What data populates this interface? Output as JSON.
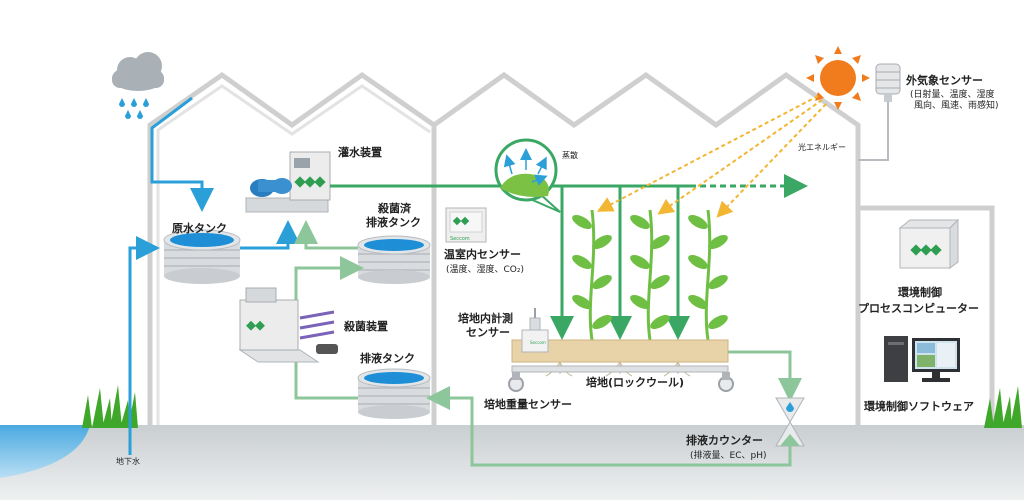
{
  "labels": {
    "sprinkler": "灌水装置",
    "raw_tank": "原水タンク",
    "sterilized_tank_1": "殺菌済",
    "sterilized_tank_2": "排液タンク",
    "sterilizer": "殺菌装置",
    "drain_tank": "排液タンク",
    "evaporation": "蒸散",
    "light_energy": "光エネルギー",
    "outdoor_sensor": "外気象センサー",
    "outdoor_sensor_sub1": "(日射量、温度、湿度",
    "outdoor_sensor_sub2": "風向、風速、雨感知)",
    "greenhouse_sensor": "温室内センサー",
    "greenhouse_sensor_sub": "(温度、湿度、CO₂)",
    "medium_sensor_1": "培地内計測",
    "medium_sensor_2": "センサー",
    "medium": "培地(ロックウール)",
    "medium_weight_sensor": "培地重量センサー",
    "drain_counter": "排液カウンター",
    "drain_counter_sub": "(排液量、EC、pH)",
    "control_computer_1": "環境制御",
    "control_computer_2": "プロセスコンピューター",
    "control_software": "環境制御ソフトウェア",
    "groundwater": "地下水",
    "device_brand": "Seccom"
  },
  "colors": {
    "water_blue": "#2a9fd8",
    "flow_green": "#3aa864",
    "drain_green": "#8cc69a",
    "sun_orange": "#f07c1e",
    "light_yellow": "#f2b632",
    "house_line": "#cfcfcf",
    "plant_green": "#6fbf44",
    "soil_beige": "#e8d3a8",
    "ground_blue": "#5ab3e6",
    "brand_green": "#2f9e52"
  }
}
